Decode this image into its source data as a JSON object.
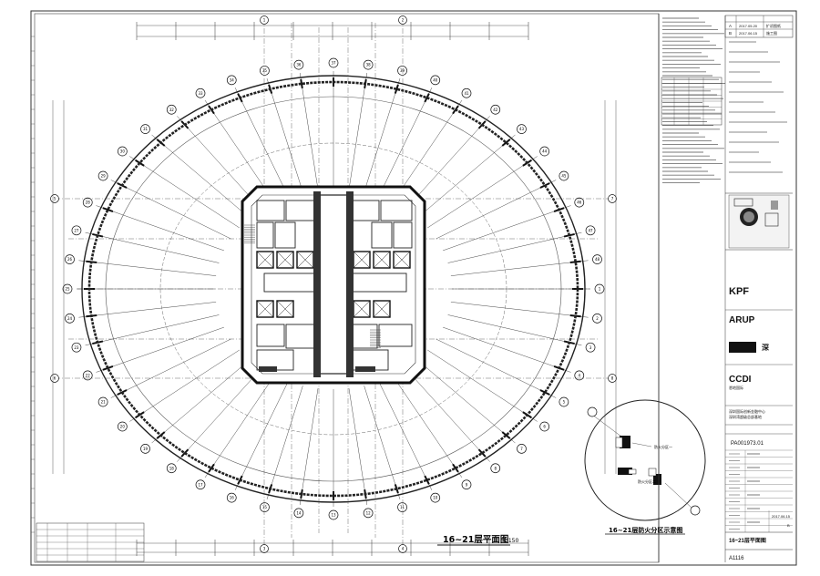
{
  "drawing": {
    "main_title": "16~21层平面图",
    "main_scale": "1:150",
    "inset_title": "16~21层防火分区示意图",
    "sheet_title": "16~21层平面图",
    "drawing_no": "A1116",
    "project_no": "PA001973.01",
    "project_name_1": "深圳国际创新金融中心",
    "project_name_2": "深圳湾超级总部基地",
    "firms": {
      "kpf": "KPF",
      "arup": "ARUP",
      "ccdi": "CCDI",
      "ccdi_sub": "悉地国际"
    },
    "revisions": [
      {
        "mark": "A",
        "date": "2017.05.20",
        "desc": "扩初图纸"
      },
      {
        "mark": "B",
        "date": "2017.06.15",
        "desc": "施工图"
      }
    ],
    "issue_date": "2017.06.15",
    "sheet_rev": "B",
    "axis_labels": [
      "1",
      "2",
      "3",
      "4",
      "5",
      "6",
      "7",
      "8",
      "9",
      "10",
      "11",
      "12",
      "13",
      "14",
      "15",
      "16",
      "17",
      "18",
      "19",
      "20",
      "21",
      "22",
      "23",
      "24",
      "25",
      "26",
      "27",
      "28",
      "29",
      "30",
      "31",
      "32",
      "33",
      "34",
      "35",
      "36",
      "37",
      "38",
      "39",
      "40",
      "41",
      "42",
      "43",
      "44",
      "45",
      "46",
      "47",
      "48"
    ],
    "grid_letters": [
      "1",
      "2",
      "3",
      "4",
      "5",
      "6",
      "7",
      "8"
    ],
    "zone_labels": [
      "防火分区一",
      "防火分区二"
    ]
  }
}
